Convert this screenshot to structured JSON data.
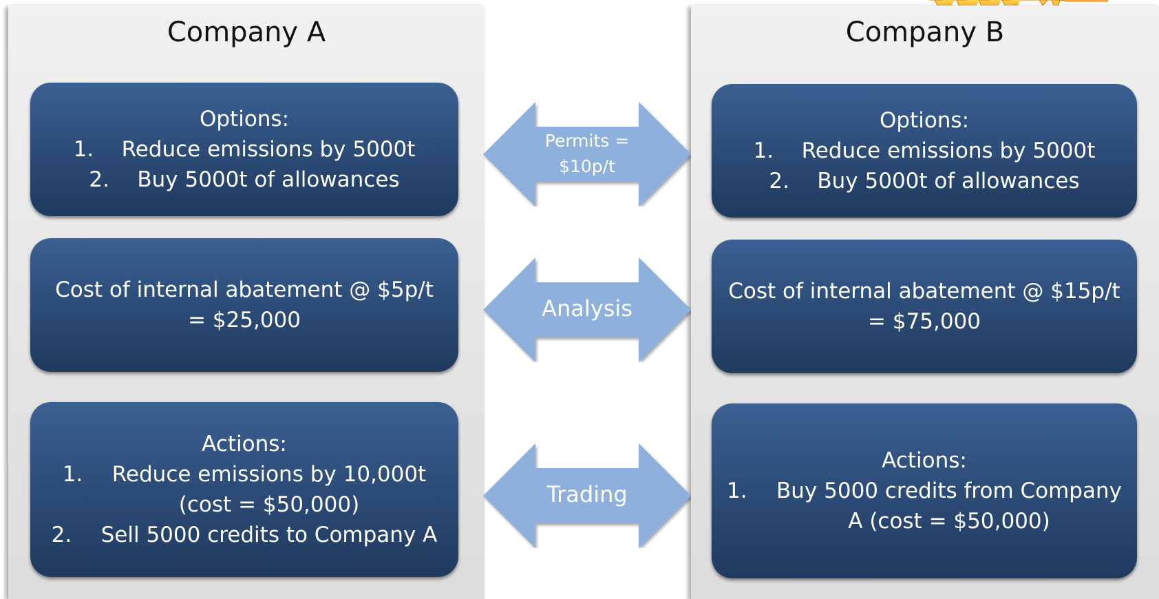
{
  "company_a": {
    "title": "Company A",
    "options": {
      "heading": "Options:",
      "items": [
        {
          "num": "1.",
          "text": "Reduce emissions by 5000t"
        },
        {
          "num": "2.",
          "text": "Buy 5000t of allowances"
        }
      ]
    },
    "cost": {
      "line1": "Cost of internal abatement @ $5p/t",
      "line2": "= $25,000"
    },
    "actions": {
      "heading": "Actions:",
      "item1_num": "1.",
      "item1_line1": "Reduce emissions by 10,000t",
      "item1_line2": "(cost = $50,000)",
      "item2_num": "2.",
      "item2_text": "Sell 5000 credits to Company A"
    }
  },
  "company_b": {
    "title": "Company B",
    "options": {
      "heading": "Options:",
      "items": [
        {
          "num": "1.",
          "text": "Reduce emissions by 5000t"
        },
        {
          "num": "2.",
          "text": "Buy 5000t of allowances"
        }
      ]
    },
    "cost": {
      "line1": "Cost of internal abatement @ $15p/t",
      "line2": "= $75,000"
    },
    "actions": {
      "heading": "Actions:",
      "item1_num": "1.",
      "item1_line1": "Buy 5000 credits from Company",
      "item1_line2": "A (cost = $50,000)"
    }
  },
  "arrows": {
    "permits_line1": "Permits =",
    "permits_line2": "$10p/t",
    "analysis": "Analysis",
    "trading": "Trading"
  },
  "colors": {
    "box_top": "#3b6093",
    "box_bottom": "#203a5e",
    "arrow_fill": "#8eb0dc",
    "burst_fill": "#f5a623"
  }
}
